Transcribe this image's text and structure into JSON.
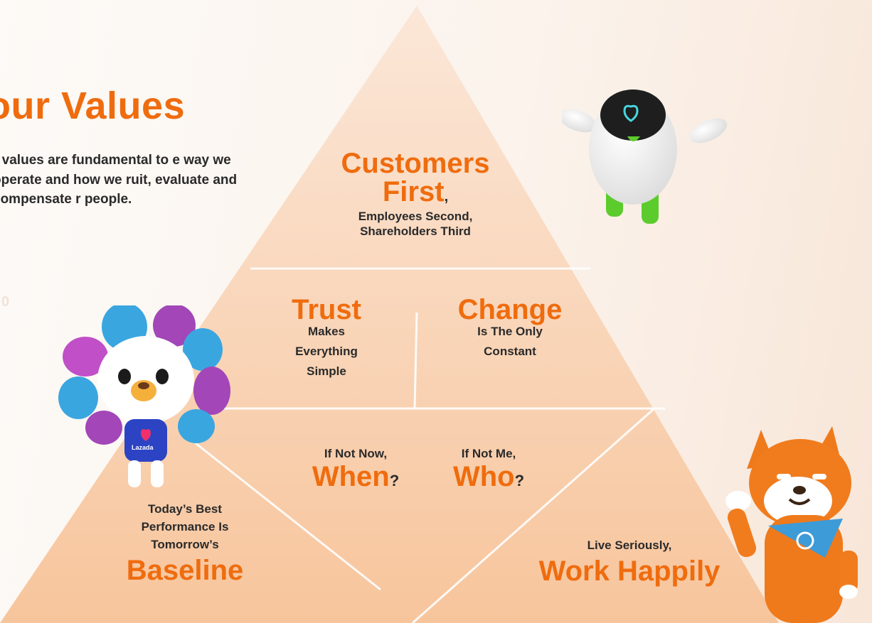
{
  "intro": {
    "title": "our Values",
    "body": "r values are fundamental to e way we operate and how we ruit, evaluate and compensate r people."
  },
  "pyramid": {
    "top": {
      "heading_line1": "Customers",
      "heading_line2": "First",
      "comma": ",",
      "sub_line1": "Employees Second,",
      "sub_line2": "Shareholders Third"
    },
    "trust": {
      "heading": "Trust",
      "sub": [
        "Makes",
        "Everything",
        "Simple"
      ]
    },
    "change": {
      "heading": "Change",
      "sub": [
        "Is The Only",
        "Constant"
      ]
    },
    "when": {
      "lead": "If Not Now,",
      "word": "When",
      "mark": "?"
    },
    "who": {
      "lead": "If Not Me,",
      "word": "Who",
      "mark": "?"
    },
    "baseline": {
      "sub": [
        "Today’s Best",
        "Performance Is",
        "Tomorrow’s"
      ],
      "word": "Baseline"
    },
    "happily": {
      "lead": "Live Seriously,",
      "word": "Work Happily"
    }
  },
  "mascots": {
    "robot_icon": "robot-mascot-icon",
    "cat_icon": "flower-cat-mascot-icon",
    "dog_icon": "shiba-dog-mascot-icon",
    "cat_shirt_text": "Lazada"
  },
  "colors": {
    "accent": "#ef6c0e",
    "pyramid_top": "#fbe6d6",
    "pyramid_bottom": "#f7c7a0",
    "text_dark": "#2a2a2a"
  }
}
